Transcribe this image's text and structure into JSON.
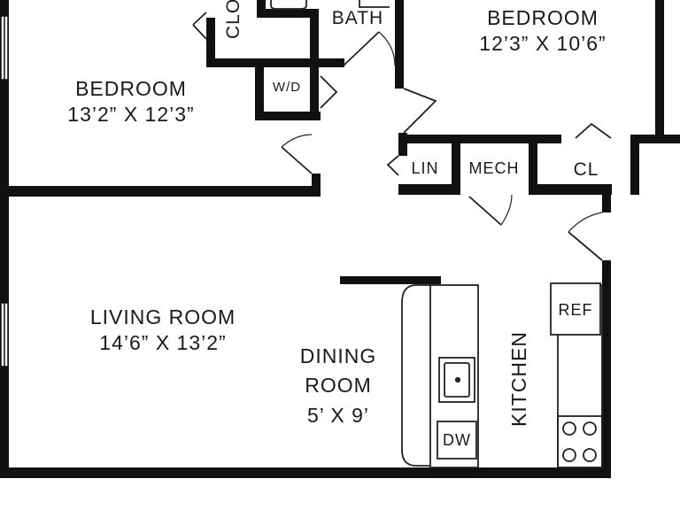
{
  "rooms": {
    "closet_top": {
      "name": "CLO"
    },
    "bath": {
      "name": "BATH"
    },
    "bedroom_right": {
      "name": "BEDROOM",
      "size": "12’3” X 10’6”"
    },
    "bedroom_left": {
      "name": "BEDROOM",
      "size": "13’2” X 12’3”"
    },
    "washer_dryer": {
      "name": "W/D"
    },
    "linen": {
      "name": "LIN"
    },
    "mech": {
      "name": "MECH"
    },
    "closet": {
      "name": "CL"
    },
    "living_room": {
      "name": "LIVING ROOM",
      "size": "14’6” X 13’2”"
    },
    "dining_room": {
      "name_line1": "DINING",
      "name_line2": "ROOM",
      "size": "5’ X 9’"
    },
    "kitchen": {
      "name": "KITCHEN"
    }
  },
  "fixtures": {
    "refrigerator": {
      "label": "REF"
    },
    "dishwasher": {
      "label": "DW"
    }
  },
  "colors": {
    "wall": "#111111",
    "line": "#222222",
    "background": "#ffffff"
  }
}
